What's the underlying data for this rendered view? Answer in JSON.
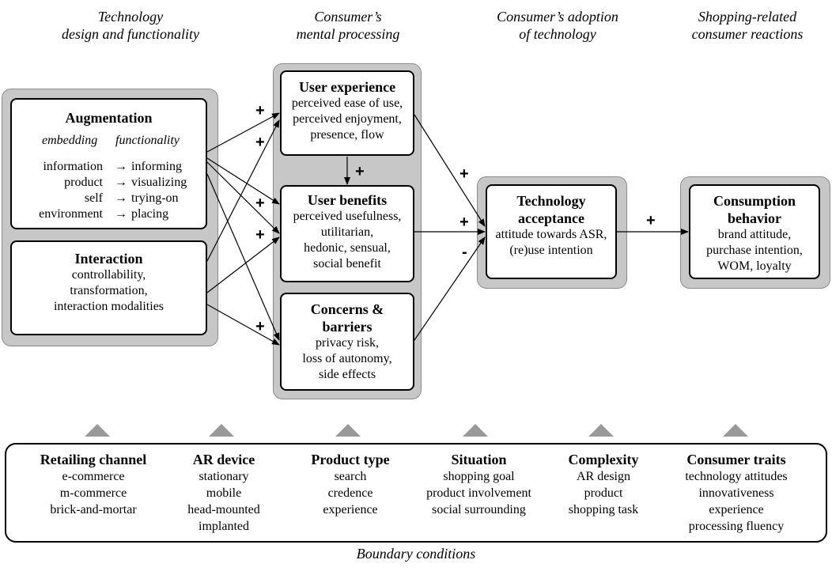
{
  "headers": {
    "h1": [
      "Technology",
      "design and functionality"
    ],
    "h2": [
      "Consumer’s",
      "mental processing"
    ],
    "h3": [
      "Consumer’s adoption",
      "of technology"
    ],
    "h4": [
      "Shopping-related",
      "consumer reactions"
    ]
  },
  "augmentation": {
    "title": "Augmentation",
    "col1": "embedding",
    "col2": "functionality",
    "rows": [
      {
        "left": "information",
        "right": "informing"
      },
      {
        "left": "product",
        "right": "visualizing"
      },
      {
        "left": "self",
        "right": "trying-on"
      },
      {
        "left": "environment",
        "right": "placing"
      }
    ],
    "arrow": "→"
  },
  "interaction": {
    "title": "Interaction",
    "lines": [
      "controllability,",
      "transformation,",
      "interaction modalities"
    ]
  },
  "user_experience": {
    "title": "User experience",
    "lines": [
      "perceived ease of use,",
      "perceived enjoyment,",
      "presence, flow"
    ]
  },
  "user_benefits": {
    "title": "User benefits",
    "lines": [
      "perceived usefulness,",
      "utilitarian,",
      "hedonic, sensual,",
      "social benefit"
    ]
  },
  "concerns": {
    "title": [
      "Concerns &",
      "barriers"
    ],
    "lines": [
      "privacy risk,",
      "loss of autonomy,",
      "side effects"
    ]
  },
  "technology_acceptance": {
    "title": [
      "Technology",
      "acceptance"
    ],
    "lines": [
      "attitude towards ASR,",
      "(re)use intention"
    ]
  },
  "consumption": {
    "title": [
      "Consumption",
      "behavior"
    ],
    "lines": [
      "brand attitude,",
      "purchase intention,",
      "WOM, loyalty"
    ]
  },
  "signs": {
    "plus": "+",
    "minus": "-"
  },
  "boundary": {
    "label": "Boundary conditions",
    "columns": [
      {
        "title": "Retailing channel",
        "items": [
          "e-commerce",
          "m-commerce",
          "brick-and-mortar"
        ]
      },
      {
        "title": "AR device",
        "items": [
          "stationary",
          "mobile",
          "head-mounted",
          "implanted"
        ]
      },
      {
        "title": "Product type",
        "items": [
          "search",
          "credence",
          "experience"
        ]
      },
      {
        "title": "Situation",
        "items": [
          "shopping goal",
          "product involvement",
          "social surrounding"
        ]
      },
      {
        "title": "Complexity",
        "items": [
          "AR design",
          "product",
          "shopping task"
        ]
      },
      {
        "title": "Consumer traits",
        "items": [
          "technology attitudes",
          "innovativeness",
          "experience",
          "processing fluency"
        ]
      }
    ]
  },
  "colors": {
    "group_fill": "#c7c7c7",
    "triangle": "#999999",
    "border": "#000000"
  }
}
